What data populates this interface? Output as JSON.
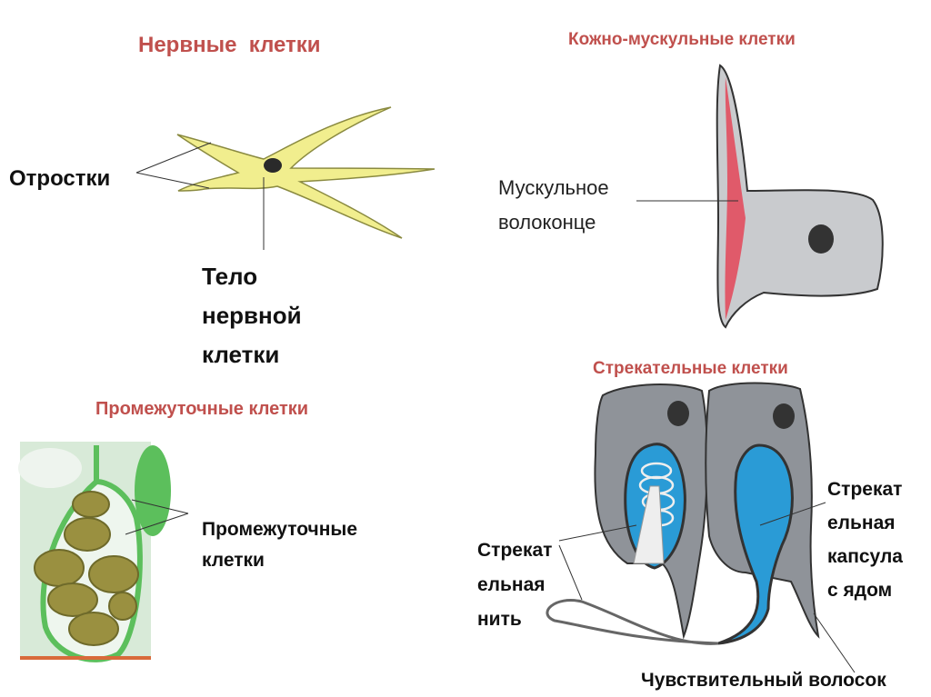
{
  "nerve": {
    "title": "Нервные  клетки",
    "processes_label": "Отростки",
    "body_label": [
      "Тело",
      "нервной",
      "клетки"
    ]
  },
  "epithelial_muscle": {
    "title": "Кожно-мускульные клетки",
    "fiber_label": [
      "Мускульное",
      "волоконце"
    ]
  },
  "intermediate": {
    "title": "Промежуточные клетки",
    "label": [
      "Промежуточные",
      "клетки"
    ]
  },
  "stinging": {
    "title": "Стрекательные клетки",
    "capsule_label": [
      "Стрекат",
      "ельная",
      "капсула",
      "с ядом"
    ],
    "thread_label": [
      "Стрекат",
      "ельная",
      "нить"
    ],
    "hair_label": "Чувствительный волосок"
  },
  "colors": {
    "title_red": "#c0504d",
    "nerve_yellow": "#f1ee8e",
    "cell_grey": "#c9cbce",
    "capsule_blue": "#2a9bd6",
    "muscle_red": "#e05a6a",
    "intermediate_green": "#5cbf5c"
  }
}
